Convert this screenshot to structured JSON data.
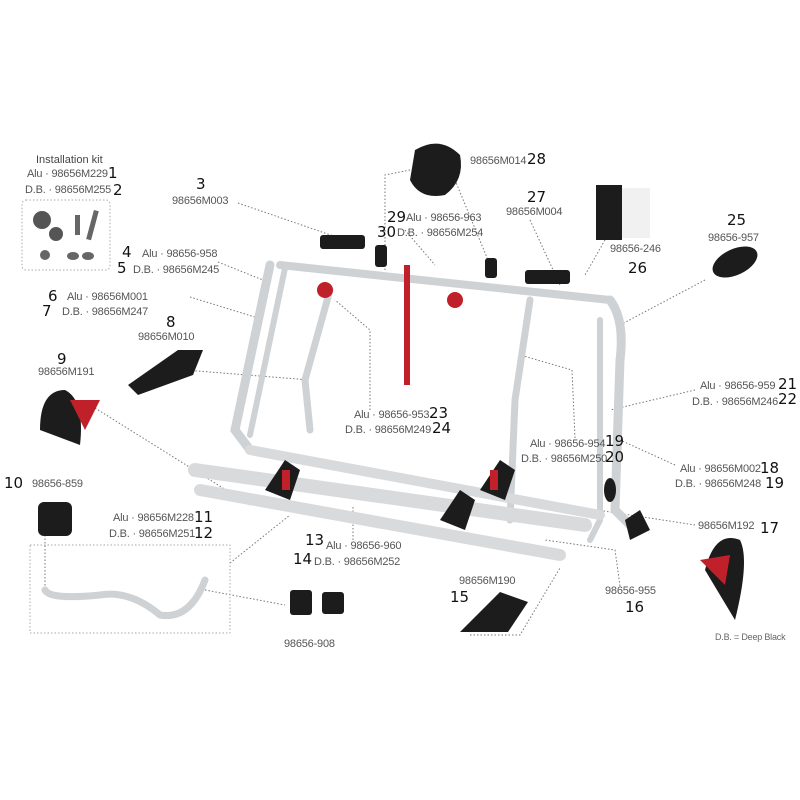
{
  "installation_kit": {
    "title": "Installation kit",
    "alu": "Alu · 98656M229",
    "alu_num": "1",
    "db": "D.B. · 98656M255",
    "db_num": "2"
  },
  "parts": {
    "p3": {
      "num": "3",
      "code": "98656M003"
    },
    "p4": {
      "num": "4",
      "code": "Alu · 98656-958"
    },
    "p5": {
      "num": "5",
      "code": "D.B. · 98656M245"
    },
    "p6": {
      "num": "6",
      "code": "Alu · 98656M001"
    },
    "p7": {
      "num": "7",
      "code": "D.B. · 98656M247"
    },
    "p8": {
      "num": "8",
      "code": "98656M010"
    },
    "p9": {
      "num": "9",
      "code": "98656M191"
    },
    "p10": {
      "num": "10",
      "code": "98656-859"
    },
    "p11": {
      "num": "11",
      "code": "Alu · 98656M228"
    },
    "p12": {
      "num": "12",
      "code": "D.B. · 98656M251"
    },
    "p13": {
      "num": "13",
      "code": "Alu · 98656-960"
    },
    "p14": {
      "num": "14",
      "code": "D.B. · 98656M252"
    },
    "p908": {
      "code": "98656-908"
    },
    "p15": {
      "num": "15",
      "code": "98656M190"
    },
    "p16": {
      "num": "16",
      "code": "98656-955"
    },
    "p17": {
      "num": "17",
      "code": "98656M192"
    },
    "p18": {
      "num": "18",
      "code": "Alu · 98656M002"
    },
    "p19b": {
      "num": "19",
      "code": "D.B. · 98656M248"
    },
    "p19": {
      "num": "19",
      "code": "Alu · 98656-954"
    },
    "p20": {
      "num": "20",
      "code": "D.B. · 98656M250"
    },
    "p21": {
      "num": "21",
      "code": "Alu · 98656-959"
    },
    "p22": {
      "num": "22",
      "code": "D.B. · 98656M246"
    },
    "p23": {
      "num": "23",
      "code": "Alu · 98656-953"
    },
    "p24": {
      "num": "24",
      "code": "D.B. · 98656M249"
    },
    "p25": {
      "num": "25",
      "code": "98656-957"
    },
    "p26": {
      "num": "26",
      "code": "98656-246"
    },
    "p27": {
      "num": "27",
      "code": "98656M004"
    },
    "p28": {
      "num": "28",
      "code": "98656M014"
    },
    "p29": {
      "num": "29",
      "code": "Alu · 98656-963"
    },
    "p30": {
      "num": "30",
      "code": "D.B. · 98656M254"
    }
  },
  "legend": "D.B. = Deep Black",
  "colors": {
    "aluminium": "#d4d6d8",
    "black": "#1c1c1c",
    "red": "#c0202a",
    "leader": "#777777"
  }
}
